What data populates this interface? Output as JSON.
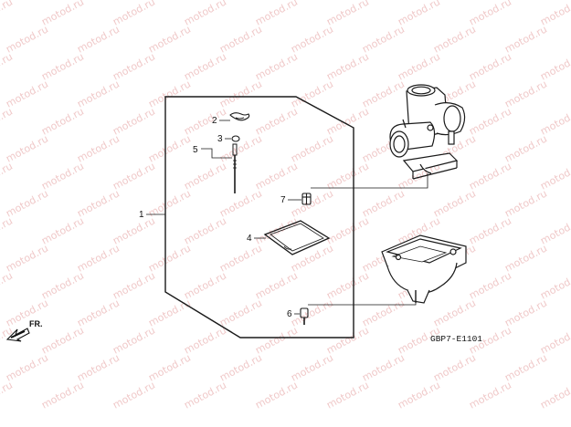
{
  "watermark": {
    "text": "motod.ru",
    "color": "#f0c9c9"
  },
  "callouts": {
    "kit": "1",
    "needle_clip": "2",
    "needle_ring": "3",
    "gasket": "4",
    "jet_needle": "5",
    "drain_bolt": "6",
    "float_screw": "7"
  },
  "direction_label": "FR.",
  "figure_code": "GBP7-E1101",
  "line_color": "#1a1a1a"
}
